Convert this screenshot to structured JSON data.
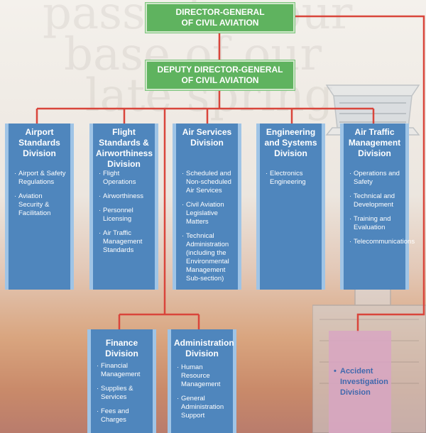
{
  "background_words": [
    "passed in our",
    "base of our",
    "late spring"
  ],
  "director": {
    "line1": "DIRECTOR-GENERAL",
    "line2": "OF CIVIL AVIATION"
  },
  "deputy": {
    "line1": "DEPUTY DIRECTOR-GENERAL",
    "line2": "OF CIVIL AVIATION"
  },
  "divisions": [
    {
      "title": "Airport Standards Division",
      "items": [
        "Airport & Safety Regulations",
        "Aviation Security & Facilitation"
      ]
    },
    {
      "title": "Flight Standards & Airworthiness Division",
      "items": [
        "Flight Operations",
        "Airworthiness",
        "Personnel Licensing",
        "Air Traffic Management Standards"
      ]
    },
    {
      "title": "Air Services Division",
      "items": [
        "Scheduled and Non-scheduled Air Services",
        "Civil Aviation Legislative Matters",
        "Technical Administration (including the Environmental Management Sub-section)"
      ]
    },
    {
      "title": "Engineering and Systems Division",
      "items": [
        "Electronics Engineering"
      ]
    },
    {
      "title": "Air Traffic Management Division",
      "items": [
        "Operations and Safety",
        "Technical and Development",
        "Training and Evaluation",
        "Telecommunications"
      ]
    }
  ],
  "lower_divisions": [
    {
      "title": "Finance Division",
      "items": [
        "Financial Management",
        "Supplies & Services",
        "Fees and Charges"
      ]
    },
    {
      "title": "Administration Division",
      "items": [
        "Human Resource Management",
        "General Administration Support"
      ]
    }
  ],
  "accident": {
    "label": "Accident Investigation Division"
  },
  "colors": {
    "connector": "#d9453b",
    "green": "#5fb35f",
    "blue_box": "#4f86bd",
    "blue_edge": "#9fc4e6",
    "pink": "#d8a6c2",
    "accident_text": "#2e5fae"
  }
}
